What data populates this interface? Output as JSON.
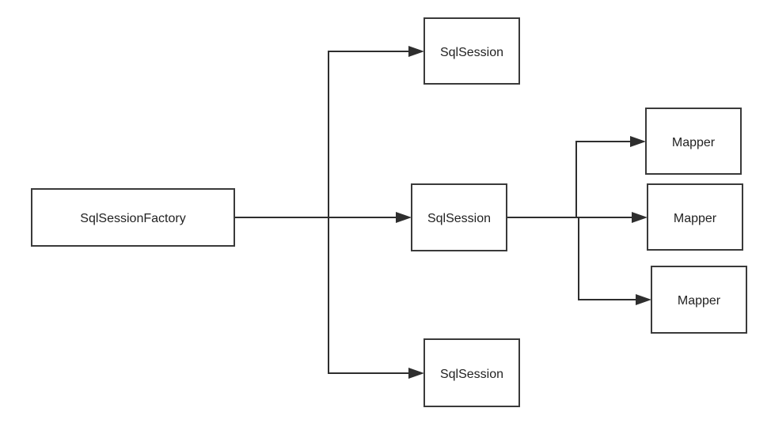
{
  "diagram": {
    "nodes": {
      "factory": {
        "label": "SqlSessionFactory"
      },
      "session_top": {
        "label": "SqlSession"
      },
      "session_middle": {
        "label": "SqlSession"
      },
      "session_bottom": {
        "label": "SqlSession"
      },
      "mapper_1": {
        "label": "Mapper"
      },
      "mapper_2": {
        "label": "Mapper"
      },
      "mapper_3": {
        "label": "Mapper"
      }
    },
    "edges": [
      {
        "from": "factory",
        "to": "session_top"
      },
      {
        "from": "factory",
        "to": "session_middle"
      },
      {
        "from": "factory",
        "to": "session_bottom"
      },
      {
        "from": "session_middle",
        "to": "mapper_1"
      },
      {
        "from": "session_middle",
        "to": "mapper_2"
      },
      {
        "from": "session_middle",
        "to": "mapper_3"
      }
    ]
  }
}
